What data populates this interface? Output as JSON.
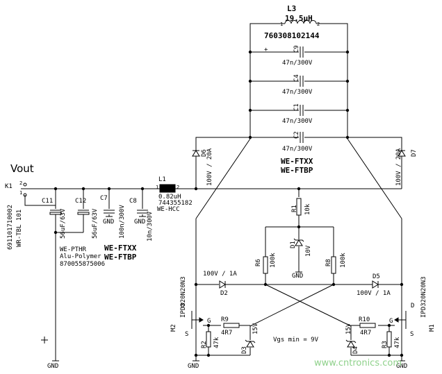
{
  "colors": {
    "wire": "#000000",
    "watermark": "#8fd18b"
  },
  "output": {
    "title": "Vout",
    "connector": "K1",
    "part_number": "691101710002",
    "series": "WR-TBL 101"
  },
  "transformer": {
    "ref": "L3",
    "value": "19.5µH",
    "part_number": "760308102144"
  },
  "resonant_caps": [
    {
      "ref": "C9",
      "value": "47n/300V"
    },
    {
      "ref": "C4",
      "value": "47n/300V"
    },
    {
      "ref": "C1",
      "value": "47n/300V"
    },
    {
      "ref": "C2",
      "value": "47n/300V"
    }
  ],
  "resonant_series": [
    "WE-FTXX",
    "WE-FTBP"
  ],
  "diodes_top": [
    {
      "ref": "D6",
      "value": "100V / 20A"
    },
    {
      "ref": "D7",
      "value": "100V / 20A"
    }
  ],
  "choke": {
    "ref": "L1",
    "value": "0.82uH",
    "part_number": "744355182",
    "series": "WE-HCC"
  },
  "output_caps": [
    {
      "ref": "C11",
      "value": "56uF/63V"
    },
    {
      "ref": "C12",
      "value": "56uF/63V"
    },
    {
      "ref": "C7",
      "value": "100n/300V"
    },
    {
      "ref": "C8",
      "value": "10n/300V"
    }
  ],
  "polymer_caps_info": [
    "WE-PTHR",
    "Alu-Polymer",
    "870055875006"
  ],
  "film_caps_series": [
    "WE-FTXX",
    "WE-FTBP"
  ],
  "bias": {
    "r1": {
      "ref": "R1",
      "value": "10k"
    },
    "d1": {
      "ref": "D1",
      "value": "10V"
    },
    "r6": {
      "ref": "R6",
      "value": "100k"
    },
    "r8": {
      "ref": "R8",
      "value": "100k"
    }
  },
  "gate_left": {
    "diode": {
      "ref": "D2",
      "value": "100V / 1A"
    },
    "fet": {
      "ref": "M2",
      "part": "IPD320N20N3"
    },
    "r_gate": {
      "ref": "R9",
      "value": "4R7"
    },
    "r_pull": {
      "ref": "R2",
      "value": "47k"
    },
    "zener": {
      "ref": "D3",
      "value": "15V"
    }
  },
  "gate_right": {
    "diode": {
      "ref": "D5",
      "value": "100V / 1A"
    },
    "fet": {
      "ref": "M1",
      "part": "IPD320N20N3"
    },
    "r_gate": {
      "ref": "R10",
      "value": "4R7"
    },
    "r_pull": {
      "ref": "R3",
      "value": "47k"
    },
    "zener": {
      "ref": "D4",
      "value": "15V"
    }
  },
  "pins": {
    "one": "1",
    "two": "2",
    "plus": "+",
    "gate": "G",
    "drain": "D",
    "source": "S"
  },
  "ground_label": "GND",
  "note": "Vgs min = 9V",
  "watermark": "www.cntronics.com"
}
